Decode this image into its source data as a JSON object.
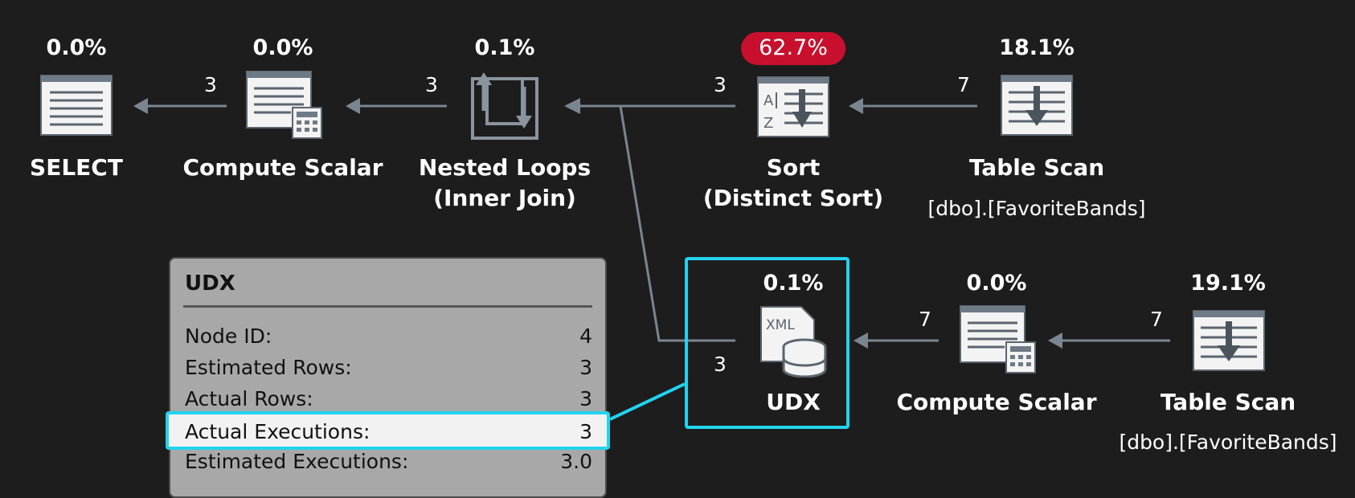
{
  "colors": {
    "background": "#1d1d1d",
    "arrow": "#7a8590",
    "hot_cost": "#c8102e",
    "highlight": "#22d3ee",
    "tooltip_bg": "#a8a8a8"
  },
  "nodes": {
    "select": {
      "pct": "0.0%",
      "label": "SELECT",
      "icon": "select-icon"
    },
    "compute_scalar_1": {
      "pct": "0.0%",
      "label": "Compute Scalar",
      "icon": "compute-scalar-icon"
    },
    "nested_loops": {
      "pct": "0.1%",
      "label_line1": "Nested Loops",
      "label_line2": "(Inner Join)",
      "icon": "nested-loops-icon"
    },
    "sort": {
      "pct": "62.7%",
      "label_line1": "Sort",
      "label_line2": "(Distinct Sort)",
      "icon": "sort-icon"
    },
    "table_scan_1": {
      "pct": "18.1%",
      "label": "Table Scan",
      "object": "[dbo].[FavoriteBands]",
      "icon": "table-scan-icon"
    },
    "udx": {
      "pct": "0.1%",
      "label": "UDX",
      "icon": "udx-xml-icon"
    },
    "compute_scalar_2": {
      "pct": "0.0%",
      "label": "Compute Scalar",
      "icon": "compute-scalar-icon"
    },
    "table_scan_2": {
      "pct": "19.1%",
      "label": "Table Scan",
      "object": "[dbo].[FavoriteBands]",
      "icon": "table-scan-icon"
    }
  },
  "edges": {
    "cs1_to_select": "3",
    "nl_to_cs1": "3",
    "sort_to_nl": "3",
    "ts1_to_sort": "7",
    "udx_to_nl": "3",
    "cs2_to_udx": "7",
    "ts2_to_cs2": "7"
  },
  "tooltip": {
    "title": "UDX",
    "rows": [
      {
        "key": "Node ID:",
        "value": "4"
      },
      {
        "key": "Estimated Rows:",
        "value": "3"
      },
      {
        "key": "Actual Rows:",
        "value": "3"
      },
      {
        "key": "Actual Executions:",
        "value": "3"
      },
      {
        "key": "Estimated Executions:",
        "value": "3.0"
      }
    ]
  }
}
